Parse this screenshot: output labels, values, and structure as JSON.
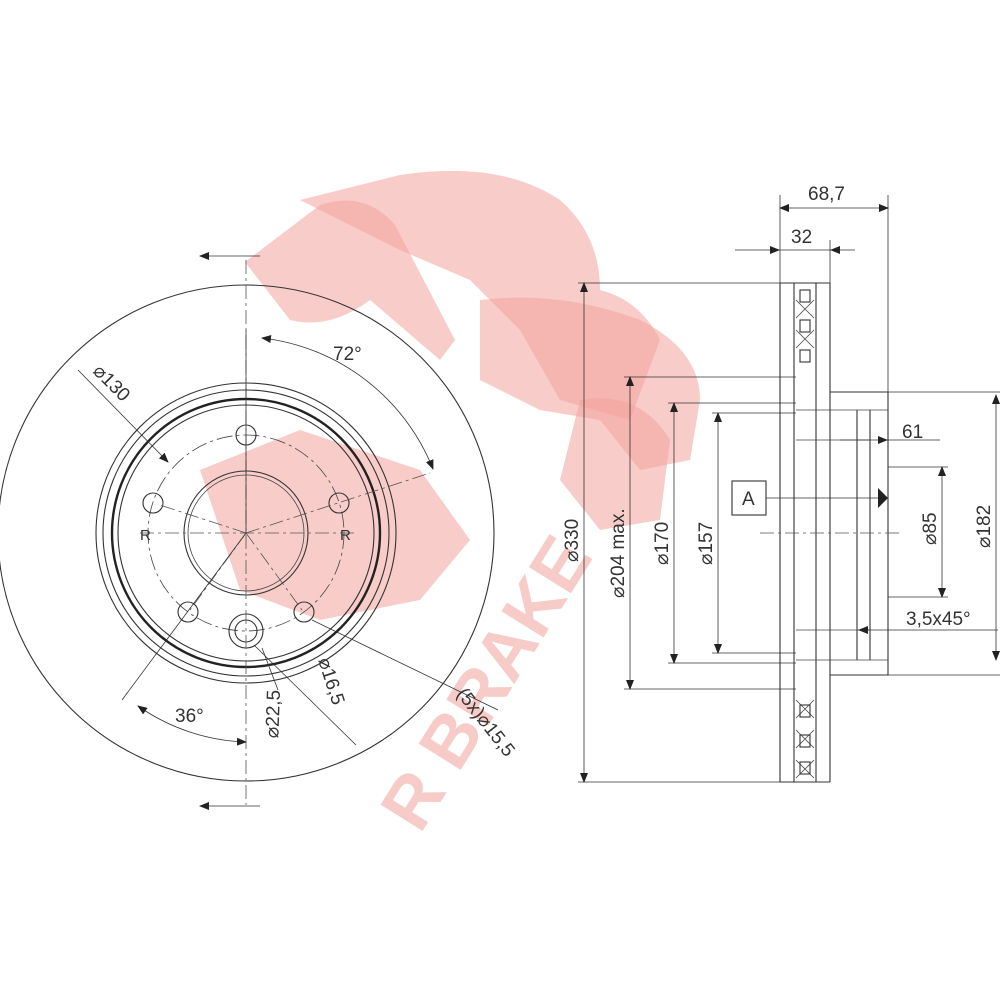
{
  "watermark": {
    "brand": "R BRAKE",
    "color": "#f2a39c"
  },
  "front_view": {
    "bolt_circle": "130",
    "angle_major": "72°",
    "angle_minor": "36°",
    "hole_a": "16,5",
    "hole_b": "22,5",
    "hole_count_prefix": "(5x)",
    "hole_c": "15,5",
    "mark_left": "R",
    "mark_right": "R",
    "diameter_symbol": "⌀"
  },
  "side_view": {
    "total_height": "68,7",
    "thickness": "32",
    "outer_diameter": "330",
    "max_diameter": "204 max.",
    "d170": "170",
    "d157": "157",
    "datum": "A",
    "hub_height": "61",
    "center_bore": "85",
    "hub_diameter": "182",
    "chamfer": "3,5x45°"
  }
}
